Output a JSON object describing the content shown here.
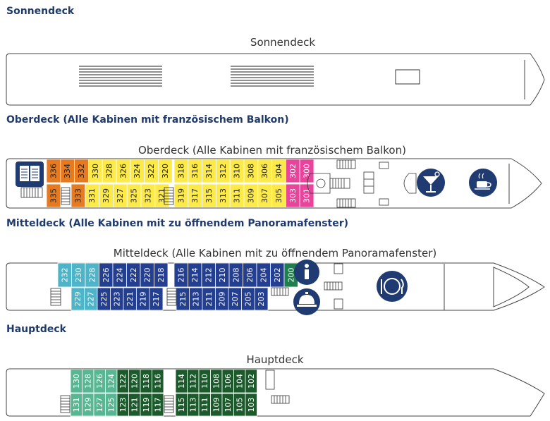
{
  "colors": {
    "heading": "#1f3a6b",
    "hull_stroke": "#444444",
    "navy": "#1f3b72",
    "orange": "#e57a21",
    "yellow": "#fcea4a",
    "pink": "#e8449b",
    "blue": "#243f8f",
    "teal": "#4fb4c8",
    "green": "#1e7e4e",
    "dark_green": "#1c5a2c",
    "mint": "#58b792"
  },
  "decks": [
    {
      "id": "sonnendeck",
      "heading": "Sonnendeck",
      "plan_title": "Sonnendeck",
      "icons": [],
      "cabin_rows": []
    },
    {
      "id": "oberdeck",
      "heading": "Oberdeck (Alle Kabinen mit französischem Balkon)",
      "plan_title": "Oberdeck (Alle Kabinen mit französischem Balkon)",
      "icons": [
        "library-icon",
        "cocktail-bar-icon",
        "coffee-lounge-icon"
      ],
      "cabin_rows": [
        [
          {
            "number": "336",
            "category": "orange"
          },
          {
            "number": "334",
            "category": "orange"
          },
          {
            "number": "332",
            "category": "orange"
          },
          {
            "number": "330",
            "category": "yellow"
          },
          {
            "number": "328",
            "category": "yellow"
          },
          {
            "number": "326",
            "category": "yellow"
          },
          {
            "number": "324",
            "category": "yellow"
          },
          {
            "number": "322",
            "category": "yellow"
          },
          {
            "number": "320",
            "category": "yellow"
          },
          {
            "number": "318",
            "category": "yellow"
          },
          {
            "number": "316",
            "category": "yellow"
          },
          {
            "number": "314",
            "category": "yellow"
          },
          {
            "number": "312",
            "category": "yellow"
          },
          {
            "number": "310",
            "category": "yellow"
          },
          {
            "number": "308",
            "category": "yellow"
          },
          {
            "number": "306",
            "category": "yellow"
          },
          {
            "number": "304",
            "category": "yellow"
          },
          {
            "number": "302",
            "category": "pink"
          },
          {
            "number": "300",
            "category": "pink"
          }
        ],
        [
          {
            "number": "335",
            "category": "orange"
          },
          {
            "number": "333",
            "category": "orange"
          },
          {
            "number": "331",
            "category": "yellow"
          },
          {
            "number": "329",
            "category": "yellow"
          },
          {
            "number": "327",
            "category": "yellow"
          },
          {
            "number": "325",
            "category": "yellow"
          },
          {
            "number": "323",
            "category": "yellow"
          },
          {
            "number": "321",
            "category": "yellow"
          },
          {
            "number": "319",
            "category": "yellow"
          },
          {
            "number": "317",
            "category": "yellow"
          },
          {
            "number": "315",
            "category": "yellow"
          },
          {
            "number": "313",
            "category": "yellow"
          },
          {
            "number": "311",
            "category": "yellow"
          },
          {
            "number": "309",
            "category": "yellow"
          },
          {
            "number": "307",
            "category": "yellow"
          },
          {
            "number": "305",
            "category": "yellow"
          },
          {
            "number": "303",
            "category": "pink"
          },
          {
            "number": "301",
            "category": "pink"
          }
        ]
      ]
    },
    {
      "id": "mitteldeck",
      "heading": "Mitteldeck (Alle Kabinen mit zu öffnendem Panoramafenster)",
      "plan_title": "Mitteldeck (Alle Kabinen mit zu öffnendem Panoramafenster)",
      "icons": [
        "information-icon",
        "reception-bell-icon",
        "restaurant-icon"
      ],
      "cabin_rows": [
        [
          {
            "number": "232",
            "category": "teal"
          },
          {
            "number": "230",
            "category": "teal"
          },
          {
            "number": "228",
            "category": "teal"
          },
          {
            "number": "226",
            "category": "blue"
          },
          {
            "number": "224",
            "category": "blue"
          },
          {
            "number": "222",
            "category": "blue"
          },
          {
            "number": "220",
            "category": "blue"
          },
          {
            "number": "218",
            "category": "blue"
          },
          {
            "number": "216",
            "category": "blue"
          },
          {
            "number": "214",
            "category": "blue"
          },
          {
            "number": "212",
            "category": "blue"
          },
          {
            "number": "210",
            "category": "blue"
          },
          {
            "number": "208",
            "category": "blue"
          },
          {
            "number": "206",
            "category": "blue"
          },
          {
            "number": "204",
            "category": "blue"
          },
          {
            "number": "202",
            "category": "blue"
          },
          {
            "number": "200",
            "category": "green"
          }
        ],
        [
          {
            "number": "229",
            "category": "teal"
          },
          {
            "number": "227",
            "category": "teal"
          },
          {
            "number": "225",
            "category": "blue"
          },
          {
            "number": "223",
            "category": "blue"
          },
          {
            "number": "221",
            "category": "blue"
          },
          {
            "number": "219",
            "category": "blue"
          },
          {
            "number": "217",
            "category": "blue"
          },
          {
            "number": "215",
            "category": "blue"
          },
          {
            "number": "213",
            "category": "blue"
          },
          {
            "number": "211",
            "category": "blue"
          },
          {
            "number": "209",
            "category": "blue"
          },
          {
            "number": "207",
            "category": "blue"
          },
          {
            "number": "205",
            "category": "blue"
          },
          {
            "number": "203",
            "category": "blue"
          }
        ]
      ]
    },
    {
      "id": "hauptdeck",
      "heading": "Hauptdeck",
      "plan_title": "Hauptdeck",
      "icons": [],
      "cabin_rows": [
        [
          {
            "number": "130",
            "category": "mint"
          },
          {
            "number": "128",
            "category": "mint"
          },
          {
            "number": "126",
            "category": "mint"
          },
          {
            "number": "124",
            "category": "mint"
          },
          {
            "number": "122",
            "category": "dark_green"
          },
          {
            "number": "120",
            "category": "dark_green"
          },
          {
            "number": "118",
            "category": "dark_green"
          },
          {
            "number": "116",
            "category": "dark_green"
          },
          {
            "number": "114",
            "category": "dark_green"
          },
          {
            "number": "112",
            "category": "dark_green"
          },
          {
            "number": "110",
            "category": "dark_green"
          },
          {
            "number": "108",
            "category": "dark_green"
          },
          {
            "number": "106",
            "category": "dark_green"
          },
          {
            "number": "104",
            "category": "dark_green"
          },
          {
            "number": "102",
            "category": "dark_green"
          }
        ],
        [
          {
            "number": "131",
            "category": "mint"
          },
          {
            "number": "129",
            "category": "mint"
          },
          {
            "number": "127",
            "category": "mint"
          },
          {
            "number": "125",
            "category": "mint"
          },
          {
            "number": "123",
            "category": "dark_green"
          },
          {
            "number": "121",
            "category": "dark_green"
          },
          {
            "number": "119",
            "category": "dark_green"
          },
          {
            "number": "117",
            "category": "dark_green"
          },
          {
            "number": "115",
            "category": "dark_green"
          },
          {
            "number": "113",
            "category": "dark_green"
          },
          {
            "number": "111",
            "category": "dark_green"
          },
          {
            "number": "109",
            "category": "dark_green"
          },
          {
            "number": "107",
            "category": "dark_green"
          },
          {
            "number": "105",
            "category": "dark_green"
          },
          {
            "number": "103",
            "category": "dark_green"
          }
        ]
      ]
    }
  ]
}
